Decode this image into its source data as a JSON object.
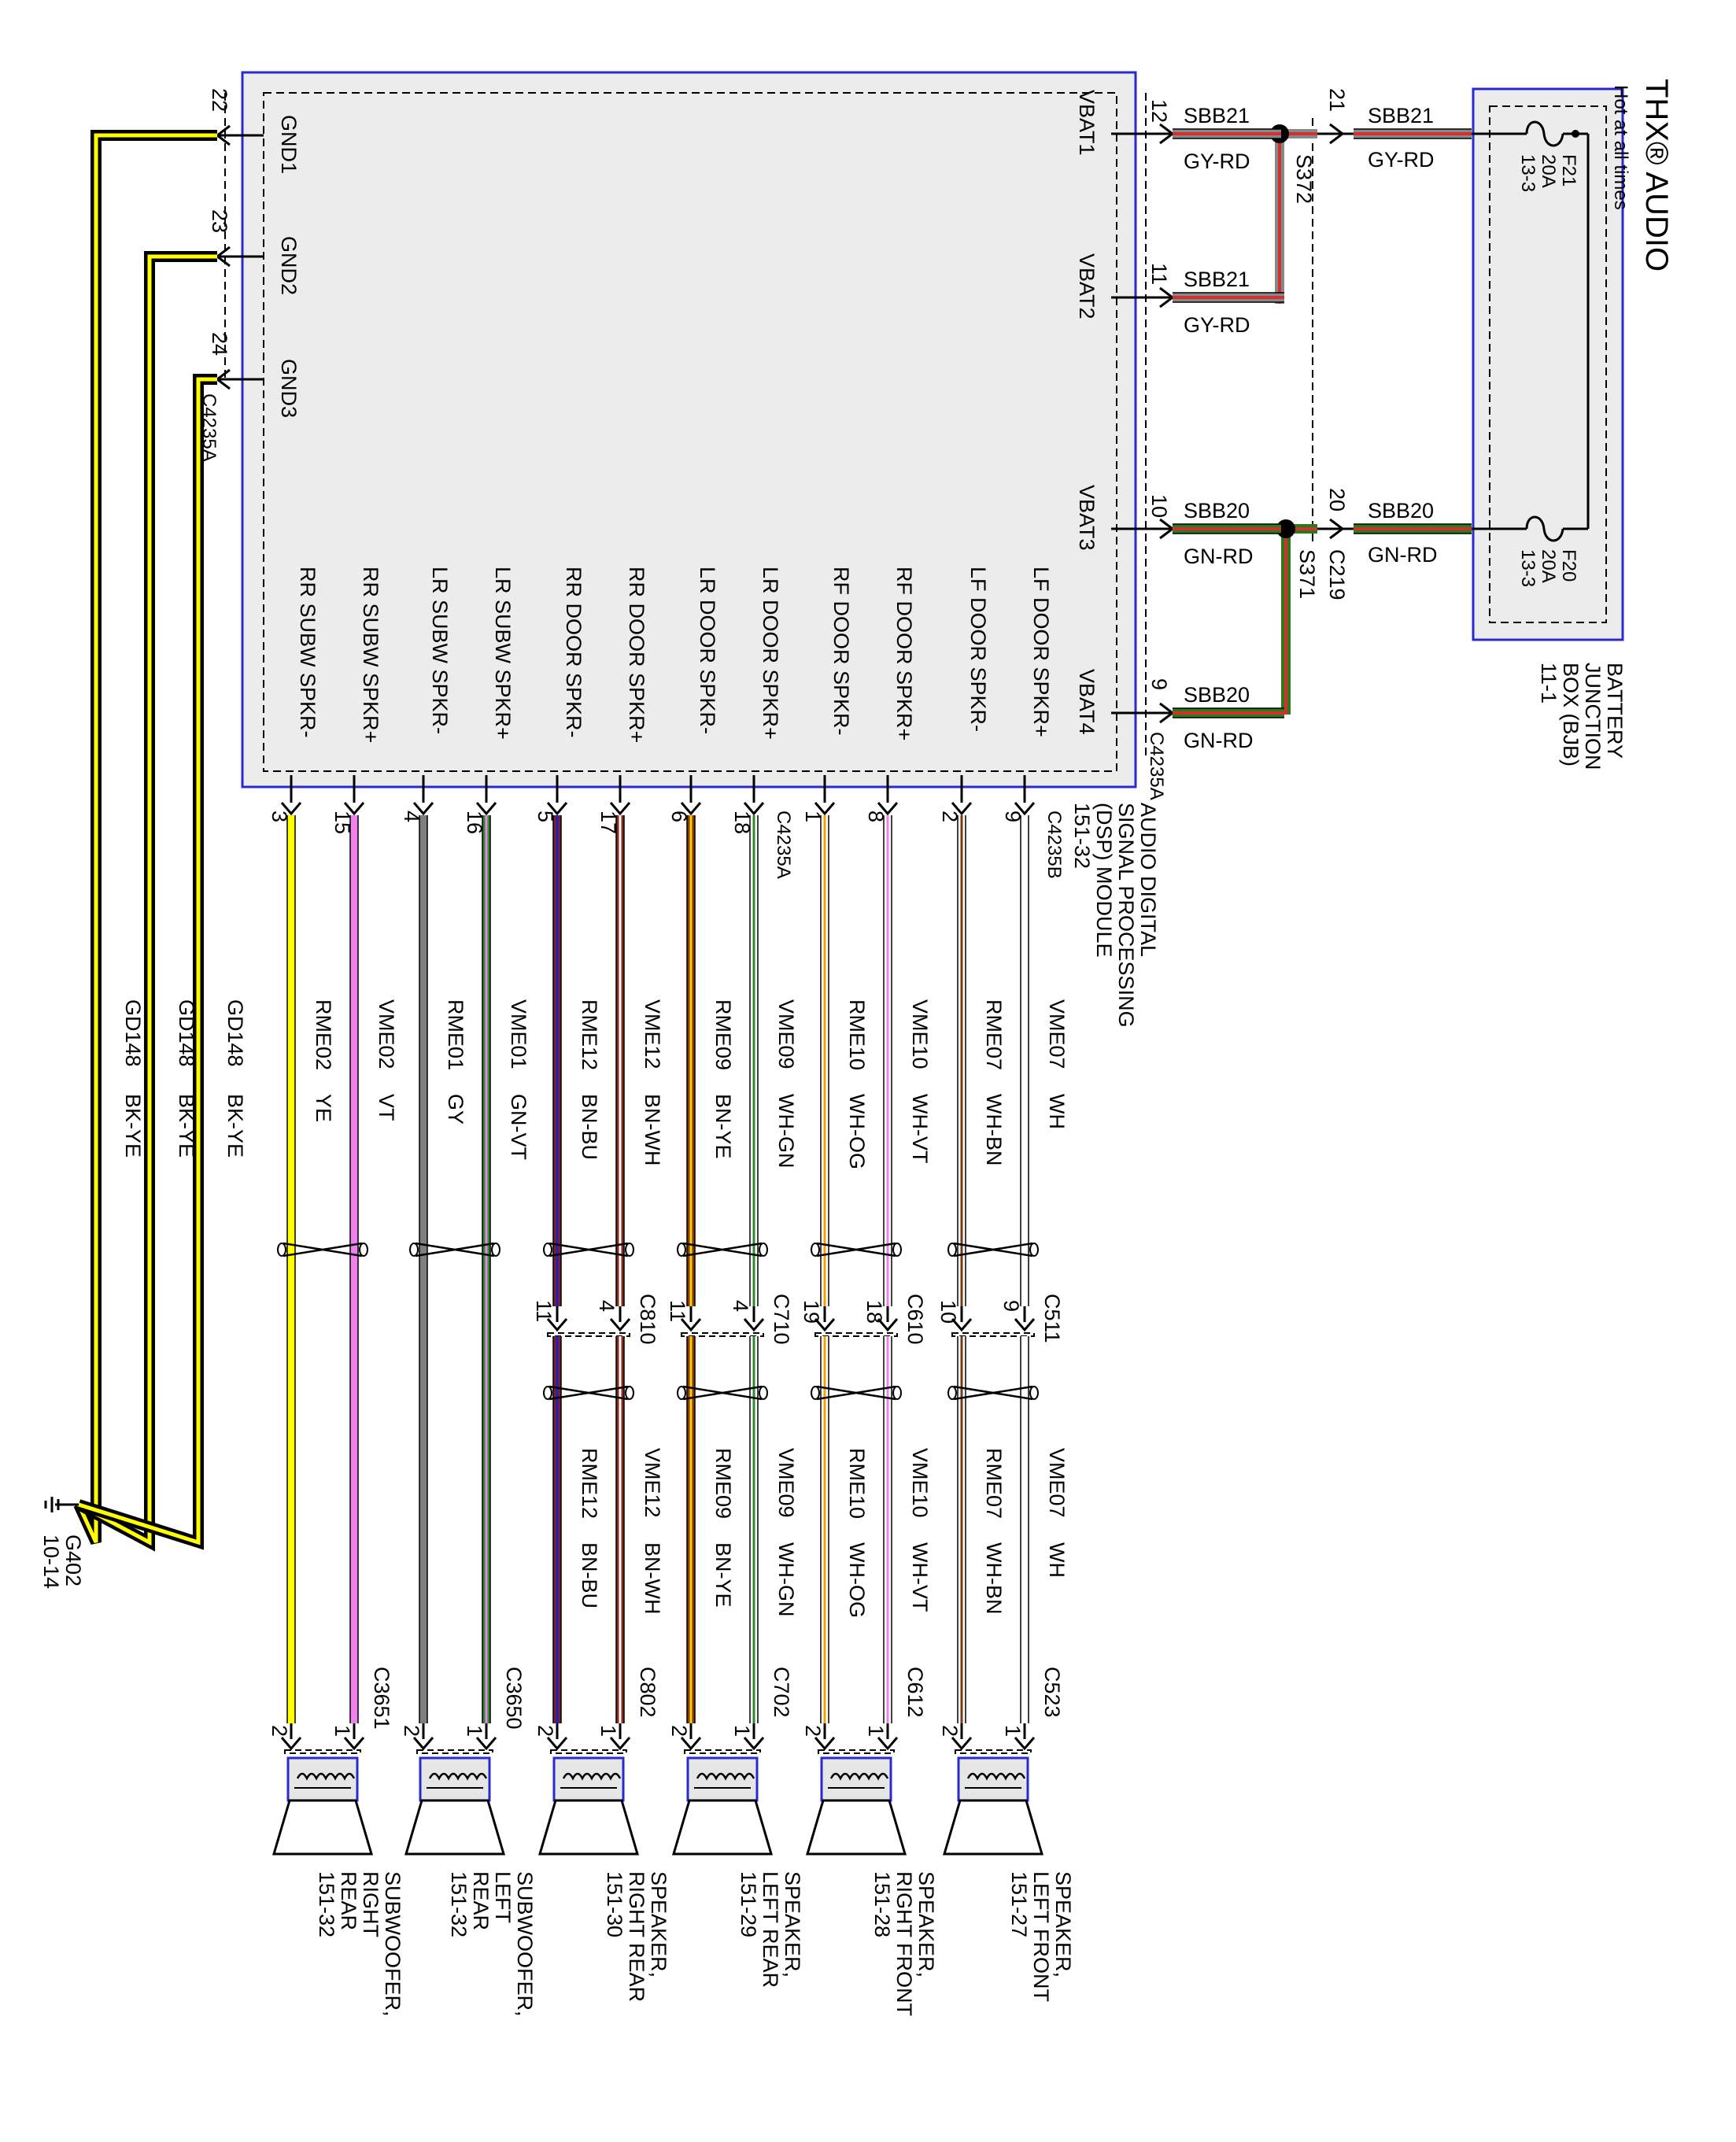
{
  "title": "THX® AUDIO",
  "dsp_module": {
    "label_lines": [
      "AUDIO DIGITAL",
      "SIGNAL PROCESSING",
      "(DSP) MODULE",
      "151-32"
    ],
    "connector_a": "C4235A",
    "connector_b": "C4235B",
    "power_pins": [
      {
        "pin": "12",
        "name": "VBAT1",
        "circuit": "SBB21",
        "color": "GY-RD"
      },
      {
        "pin": "11",
        "name": "VBAT2",
        "circuit": "SBB21",
        "color": "GY-RD"
      },
      {
        "pin": "10",
        "name": "VBAT3",
        "circuit": "SBB20",
        "color": "GN-RD"
      },
      {
        "pin": "9",
        "name": "VBAT4",
        "circuit": "SBB20",
        "color": "GN-RD"
      }
    ],
    "ground_pins": [
      {
        "pin": "22",
        "name": "GND1"
      },
      {
        "pin": "23",
        "name": "GND2"
      },
      {
        "pin": "24",
        "name": "GND3"
      }
    ]
  },
  "splices": {
    "s372": "S372",
    "s371": "S371",
    "c219": "C219",
    "c219_pin_a": "21",
    "c219_pin_b": "20"
  },
  "bjb": {
    "label_lines": [
      "BATTERY",
      "JUNCTION",
      "BOX (BJB)",
      "11-1"
    ],
    "hot_text": "Hot at all times",
    "fuses": [
      {
        "id": "F21",
        "rating": "20A",
        "ref": "13-3",
        "circuit": "SBB21",
        "color": "GY-RD"
      },
      {
        "id": "F20",
        "rating": "20A",
        "ref": "13-3",
        "circuit": "SBB20",
        "color": "GN-RD"
      }
    ]
  },
  "ground": {
    "circuit": "GD148",
    "color": "BK-YE",
    "ref_lines": [
      "G402",
      "10-14"
    ]
  },
  "channels": [
    {
      "plus_label": "LF DOOR SPKR+",
      "minus_label": "LF DOOR SPKR-",
      "plus_pin": "9",
      "minus_pin": "2",
      "dsp_connector": "C4235B",
      "plus_circuit": "VME07",
      "plus_color": "WH",
      "minus_circuit": "RME07",
      "minus_color": "WH-BN",
      "inline_connector": "C511",
      "inline_plus_pin": "9",
      "inline_minus_pin": "10",
      "spk_connector": "C523",
      "spk_plus_pin": "1",
      "spk_minus_pin": "2",
      "spk_lines": [
        "SPEAKER,",
        "LEFT FRONT",
        "151-27"
      ],
      "wire_plus": "#ffffff",
      "stripe_plus": "#ffffff",
      "wire_minus": "#ffffff",
      "stripe_minus": "#7a3b12"
    },
    {
      "plus_label": "RF DOOR SPKR+",
      "minus_label": "RF DOOR SPKR-",
      "plus_pin": "8",
      "minus_pin": "1",
      "dsp_connector": "",
      "plus_circuit": "VME10",
      "plus_color": "WH-VT",
      "minus_circuit": "RME10",
      "minus_color": "WH-OG",
      "inline_connector": "C610",
      "inline_plus_pin": "18",
      "inline_minus_pin": "19",
      "spk_connector": "C612",
      "spk_plus_pin": "1",
      "spk_minus_pin": "2",
      "spk_lines": [
        "SPEAKER,",
        "RIGHT FRONT",
        "151-28"
      ],
      "wire_plus": "#ffffff",
      "stripe_plus": "#ee82ee",
      "wire_minus": "#ffffff",
      "stripe_minus": "#f5a300"
    },
    {
      "plus_label": "LR DOOR SPKR+",
      "minus_label": "LR DOOR SPKR-",
      "plus_pin": "18",
      "minus_pin": "6",
      "dsp_connector": "C4235A",
      "plus_circuit": "VME09",
      "plus_color": "WH-GN",
      "minus_circuit": "RME09",
      "minus_color": "BN-YE",
      "inline_connector": "C710",
      "inline_plus_pin": "4",
      "inline_minus_pin": "11",
      "spk_connector": "C702",
      "spk_plus_pin": "1",
      "spk_minus_pin": "2",
      "spk_lines": [
        "SPEAKER,",
        "LEFT REAR",
        "151-29"
      ],
      "wire_plus": "#ffffff",
      "stripe_plus": "#2e8b2e",
      "wire_minus": "#8b3a10",
      "stripe_minus": "#f2d200"
    },
    {
      "plus_label": "RR DOOR SPKR+",
      "minus_label": "RR DOOR SPKR-",
      "plus_pin": "17",
      "minus_pin": "5",
      "dsp_connector": "",
      "plus_circuit": "VME12",
      "plus_color": "BN-WH",
      "minus_circuit": "RME12",
      "minus_color": "BN-BU",
      "inline_connector": "C810",
      "inline_plus_pin": "4",
      "inline_minus_pin": "11",
      "spk_connector": "C802",
      "spk_plus_pin": "1",
      "spk_minus_pin": "2",
      "spk_lines": [
        "SPEAKER,",
        "RIGHT REAR",
        "151-30"
      ],
      "wire_plus": "#8b2a1a",
      "stripe_plus": "#ffffff",
      "wire_minus": "#7a1f2b",
      "stripe_minus": "#2020c0"
    },
    {
      "plus_label": "LR SUBW SPKR+",
      "minus_label": "LR SUBW SPKR-",
      "plus_pin": "16",
      "minus_pin": "4",
      "dsp_connector": "",
      "plus_circuit": "VME01",
      "plus_color": "GN-VT",
      "minus_circuit": "RME01",
      "minus_color": "GY",
      "inline_connector": "",
      "inline_plus_pin": "",
      "inline_minus_pin": "",
      "spk_connector": "C3650",
      "spk_plus_pin": "1",
      "spk_minus_pin": "2",
      "spk_lines": [
        "SUBWOOFER,",
        "LEFT",
        "REAR",
        "151-32"
      ],
      "wire_plus": "#2e8b2e",
      "stripe_plus": "#ee82ee",
      "wire_minus": "#7f7f7f",
      "stripe_minus": "#7f7f7f"
    },
    {
      "plus_label": "RR SUBW SPKR+",
      "minus_label": "RR SUBW SPKR-",
      "plus_pin": "15",
      "minus_pin": "3",
      "dsp_connector": "",
      "plus_circuit": "VME02",
      "plus_color": "VT",
      "minus_circuit": "RME02",
      "minus_color": "YE",
      "inline_connector": "",
      "inline_plus_pin": "",
      "inline_minus_pin": "",
      "spk_connector": "C3651",
      "spk_plus_pin": "1",
      "spk_minus_pin": "2",
      "spk_lines": [
        "SUBWOOFER,",
        "RIGHT",
        "REAR",
        "151-32"
      ],
      "wire_plus": "#ee82ee",
      "stripe_plus": "#ee82ee",
      "wire_minus": "#ffff00",
      "stripe_minus": "#ffff00"
    }
  ]
}
